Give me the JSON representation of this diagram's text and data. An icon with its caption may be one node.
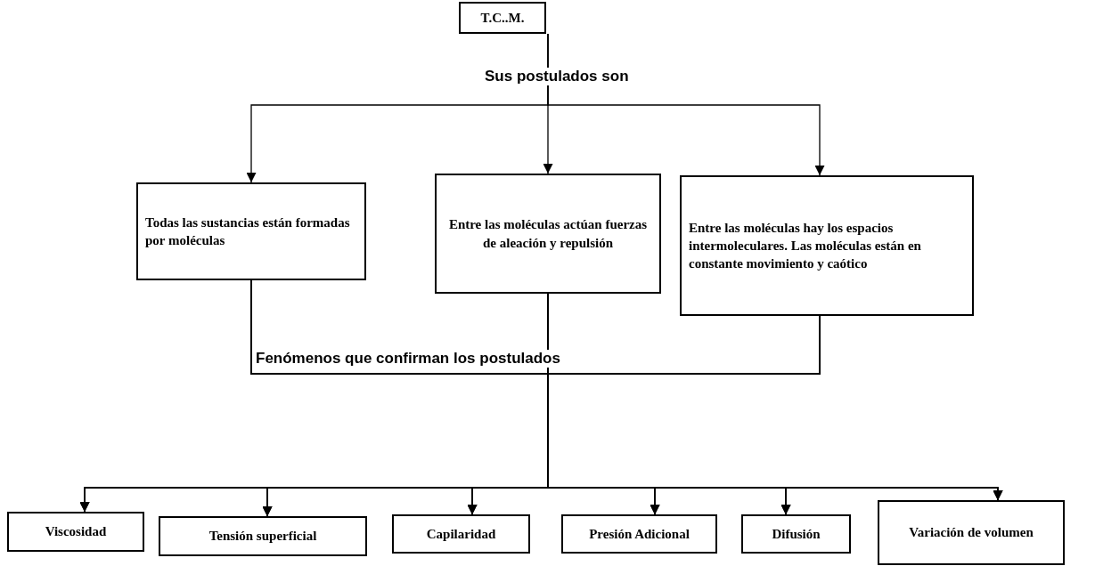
{
  "diagram": {
    "nodes": [
      {
        "text": [
          "T.C..M."
        ]
      },
      {
        "text": [
          "Todas las sustancias están formadas por moléculas"
        ]
      },
      {
        "text": [
          "Entre las moléculas actúan fuerzas de aleación y repulsión"
        ]
      },
      {
        "text": [
          "Entre las moléculas hay los espacios intermoleculares. Las moléculas están en constante movimiento y caótico"
        ]
      },
      {
        "text": [
          "Viscosidad"
        ]
      },
      {
        "text": [
          "Tensión superficial"
        ]
      },
      {
        "text": [
          "Capilaridad"
        ]
      },
      {
        "text": [
          "Presión Adicional"
        ]
      },
      {
        "text": [
          "Difusión"
        ]
      },
      {
        "text": [
          "Variación de volumen"
        ]
      }
    ],
    "edges": [
      {
        "from": 0,
        "to": 1,
        "arrow": "to"
      },
      {
        "from": 0,
        "to": 2,
        "arrow": "to"
      },
      {
        "from": 0,
        "to": 3,
        "arrow": "to"
      },
      {
        "from": 1,
        "to": 4,
        "arrow": "to"
      },
      {
        "from": 1,
        "to": 5,
        "arrow": "to"
      },
      {
        "from": 1,
        "to": 6,
        "arrow": "to"
      },
      {
        "from": 1,
        "to": 7,
        "arrow": "to"
      },
      {
        "from": 1,
        "to": 8,
        "arrow": "to"
      },
      {
        "from": 1,
        "to": 9,
        "arrow": "to"
      },
      {
        "from": 2,
        "to": 4,
        "arrow": "to"
      },
      {
        "from": 2,
        "to": 5,
        "arrow": "to"
      },
      {
        "from": 2,
        "to": 6,
        "arrow": "to"
      },
      {
        "from": 2,
        "to": 7,
        "arrow": "to"
      },
      {
        "from": 2,
        "to": 8,
        "arrow": "to"
      },
      {
        "from": 2,
        "to": 9,
        "arrow": "to"
      },
      {
        "from": 3,
        "to": 4,
        "arrow": "to"
      },
      {
        "from": 3,
        "to": 5,
        "arrow": "to"
      },
      {
        "from": 3,
        "to": 6,
        "arrow": "to"
      },
      {
        "from": 3,
        "to": 7,
        "arrow": "to"
      },
      {
        "from": 3,
        "to": 8,
        "arrow": "to"
      },
      {
        "from": 3,
        "to": 9,
        "arrow": "to"
      }
    ],
    "labels": [
      "Sus postulados son",
      "Fenómenos que confirman los postulados"
    ]
  }
}
